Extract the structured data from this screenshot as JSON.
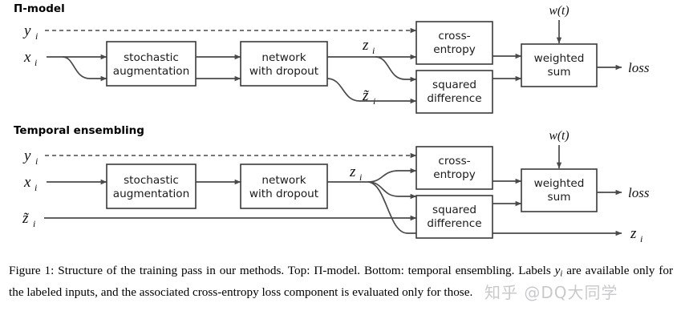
{
  "figure": {
    "sections": [
      {
        "id": "pi-model",
        "title": "Π-model"
      },
      {
        "id": "temporal-ensembling",
        "title": "Temporal ensembling"
      }
    ],
    "boxes": {
      "stochastic_augmentation_line1": "stochastic",
      "stochastic_augmentation_line2": "augmentation",
      "network_dropout_line1": "network",
      "network_dropout_line2": "with dropout",
      "cross_entropy_line1": "cross-",
      "cross_entropy_line2": "entropy",
      "squared_difference_line1": "squared",
      "squared_difference_line2": "difference",
      "weighted_sum_line1": "weighted",
      "weighted_sum_line2": "sum"
    },
    "labels": {
      "y_i": "y",
      "x_i": "x",
      "z_i": "z",
      "z_tilde_i": "z̃",
      "subscript_i": "i",
      "w_t": "w(t)",
      "loss": "loss"
    },
    "colors": {
      "background": "#ffffff",
      "box_stroke": "#3a3a3a",
      "arrow_stroke": "#4a4a4a",
      "text": "#111111",
      "watermark": "rgba(120,120,128,0.40)"
    }
  },
  "caption": {
    "prefix": "Figure 1:",
    "text_1": " Structure of the training pass in our methods. Top: Π-model. Bottom: temporal ensembling. Labels ",
    "math_y": "y",
    "math_y_sub": "i",
    "text_2": " are available only for the labeled inputs, and the associated cross-entropy loss component is evaluated only for those."
  },
  "watermark": {
    "text": "知乎 @DQ大同学"
  }
}
